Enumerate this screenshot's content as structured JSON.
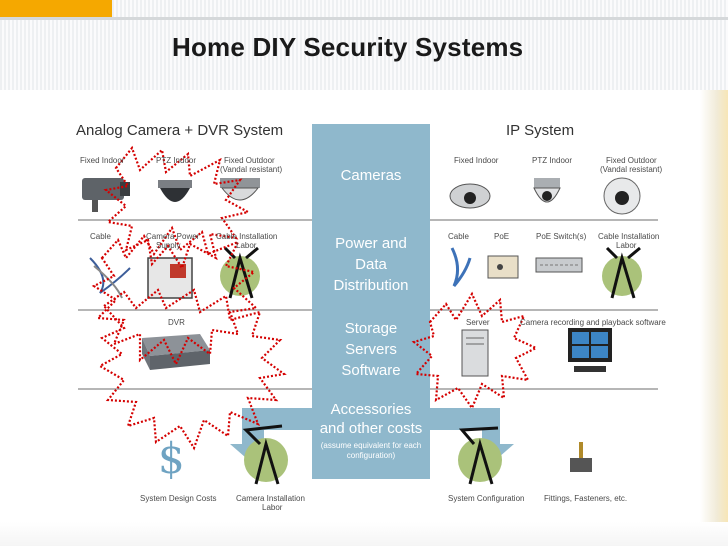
{
  "slide": {
    "title": "Home DIY Security Systems",
    "accent_color": "#f5a800"
  },
  "diagram": {
    "left_heading": "Analog Camera + DVR System",
    "right_heading": "IP System",
    "center_color": "#8fb8cc",
    "starburst_color": "#d40000",
    "categories": {
      "cameras": "Cameras",
      "power_l1": "Power and",
      "power_l2": "Data",
      "power_l3": "Distribution",
      "storage_l1": "Storage",
      "storage_l2": "Servers",
      "storage_l3": "Software",
      "accessories_l1": "Accessories",
      "accessories_l2": "and other costs",
      "accessories_note_l1": "(assume equivalent for each",
      "accessories_note_l2": "configuration)"
    },
    "analog": {
      "fixed_indoor": "Fixed Indoor",
      "ptz_indoor": "PTZ Indoor",
      "fixed_outdoor_l1": "Fixed Outdoor",
      "fixed_outdoor_l2": "(Vandal resistant)",
      "cable": "Cable",
      "camera_power_l1": "Camera Power",
      "camera_power_l2": "Supply",
      "cable_install_l1": "Cable Installation",
      "cable_install_l2": "Labor",
      "dvr": "DVR"
    },
    "ip": {
      "fixed_indoor": "Fixed Indoor",
      "ptz_indoor": "PTZ Indoor",
      "fixed_outdoor_l1": "Fixed Outdoor",
      "fixed_outdoor_l2": "(Vandal resistant)",
      "cable": "Cable",
      "poe": "PoE",
      "poe_switch": "PoE Switch(s)",
      "cable_install_l1": "Cable Installation",
      "cable_install_l2": "Labor",
      "server": "Server",
      "recording_software": "Camera recording and playback software"
    },
    "bottom": {
      "dollar_symbol": "$",
      "system_design_costs": "System Design Costs",
      "camera_install_l1": "Camera Installation",
      "camera_install_l2": "Labor",
      "system_configuration": "System Configuration",
      "fittings": "Fittings, Fasteners, etc."
    }
  }
}
